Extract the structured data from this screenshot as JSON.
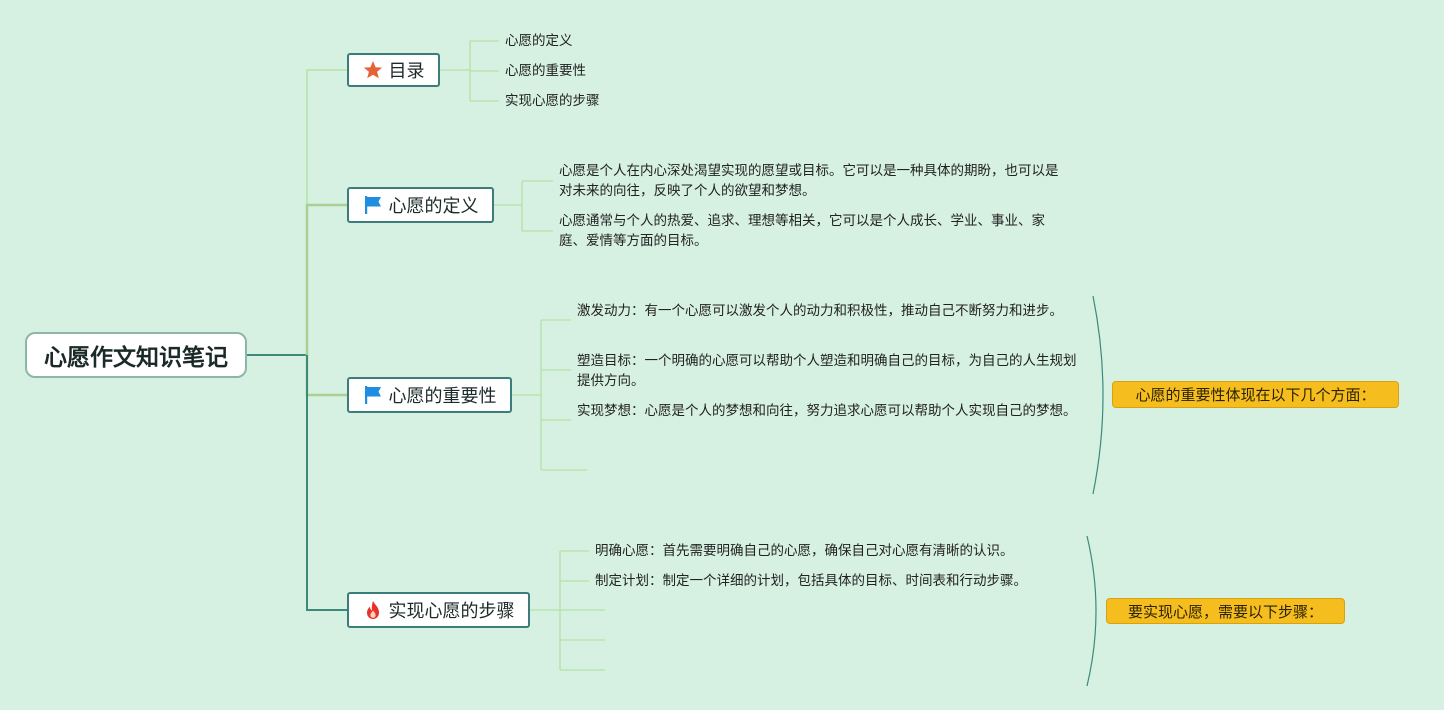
{
  "root": {
    "label": "心愿作文知识笔记"
  },
  "topics": [
    {
      "id": "toc",
      "label": "目录",
      "icon": "star-icon",
      "children": [
        "心愿的定义",
        "心愿的重要性",
        "实现心愿的步骤"
      ]
    },
    {
      "id": "definition",
      "label": "心愿的定义",
      "icon": "flag-icon",
      "children": [
        "心愿是个人在内心深处渴望实现的愿望或目标。它可以是一种具体的期盼，也可以是对未来的向往，反映了个人的欲望和梦想。",
        "心愿通常与个人的热爱、追求、理想等相关，它可以是个人成长、学业、事业、家庭、爱情等方面的目标。"
      ]
    },
    {
      "id": "importance",
      "label": "心愿的重要性",
      "icon": "flag-icon",
      "children": [
        "激发动力：有一个心愿可以激发个人的动力和积极性，推动自己不断努力和进步。",
        "塑造目标：一个明确的心愿可以帮助个人塑造和明确自己的目标，为自己的人生规划提供方向。",
        "实现梦想：心愿是个人的梦想和向往，努力追求心愿可以帮助个人实现自己的梦想。",
        ""
      ],
      "callout": "心愿的重要性体现在以下几个方面："
    },
    {
      "id": "steps",
      "label": "实现心愿的步骤",
      "icon": "fire-icon",
      "children": [
        "明确心愿：首先需要明确自己的心愿，确保自己对心愿有清晰的认识。",
        "制定计划：制定一个详细的计划，包括具体的目标、时间表和行动步骤。",
        "",
        "",
        ""
      ],
      "callout": "要实现心愿，需要以下步骤："
    }
  ],
  "colors": {
    "background": "#d6f1e2",
    "node_border": "#3c7c7a",
    "main_line": "#3c8a7c",
    "light_line": "#b3e2a4",
    "callout_fill": "#f5bd1d",
    "star": "#e4643a",
    "flag": "#1e8fe0",
    "fire": "#e8312a"
  }
}
